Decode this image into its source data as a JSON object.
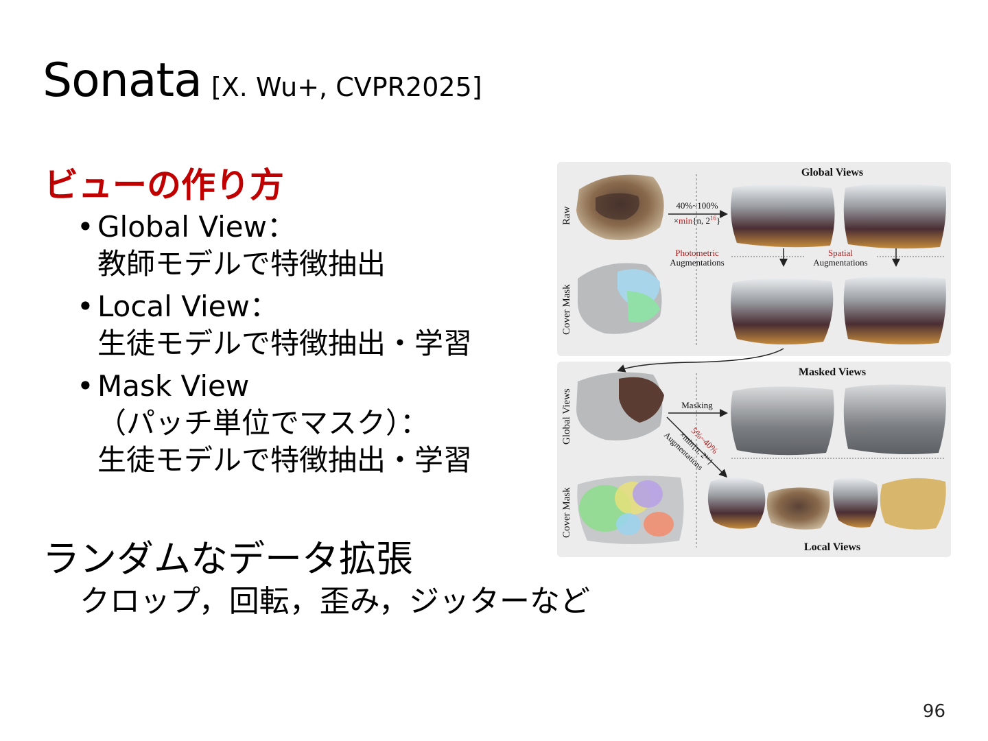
{
  "title": {
    "main": "Sonata",
    "citation": "[X. Wu+, CVPR2025]"
  },
  "heading": "ビューの作り方",
  "bullets": [
    {
      "lines": [
        "Global View：",
        "教師モデルで特徴抽出"
      ]
    },
    {
      "lines": [
        "Local View：",
        "生徒モデルで特徴抽出・学習"
      ]
    },
    {
      "lines": [
        "Mask View",
        "（パッチ単位でマスク）：",
        "生徒モデルで特徴抽出・学習"
      ]
    }
  ],
  "bullet_glyph": "•",
  "augmentation": {
    "title": "ランダムなデータ拡張",
    "body": "クロップ，回転，歪み，ジッターなど"
  },
  "page_number": "96",
  "figure": {
    "global_views_title": "Global Views",
    "masked_views_title": "Masked Views",
    "local_views_title": "Local Views",
    "raw_label": "Raw",
    "cover_mask_label": "Cover Mask",
    "global_views_side_label": "Global Views",
    "crop_ratio": "40%~100%",
    "crop_min_prefix": "×",
    "crop_min_red": "min",
    "crop_min_rest": "{n, 2",
    "crop_min_exp": "16",
    "crop_min_close": "}",
    "photometric": "Photometric",
    "photometric_aug": "Augmentations",
    "spatial": "Spatial",
    "spatial_aug": "Augmentations",
    "masking": "Masking",
    "local_ratio": "5%~40%",
    "local_min": "×min{n, 2¹⁶}",
    "local_aug": "Augmentations",
    "colors": {
      "panel": "#ececec",
      "red": "#b01c1c",
      "dark": "#222222"
    }
  }
}
